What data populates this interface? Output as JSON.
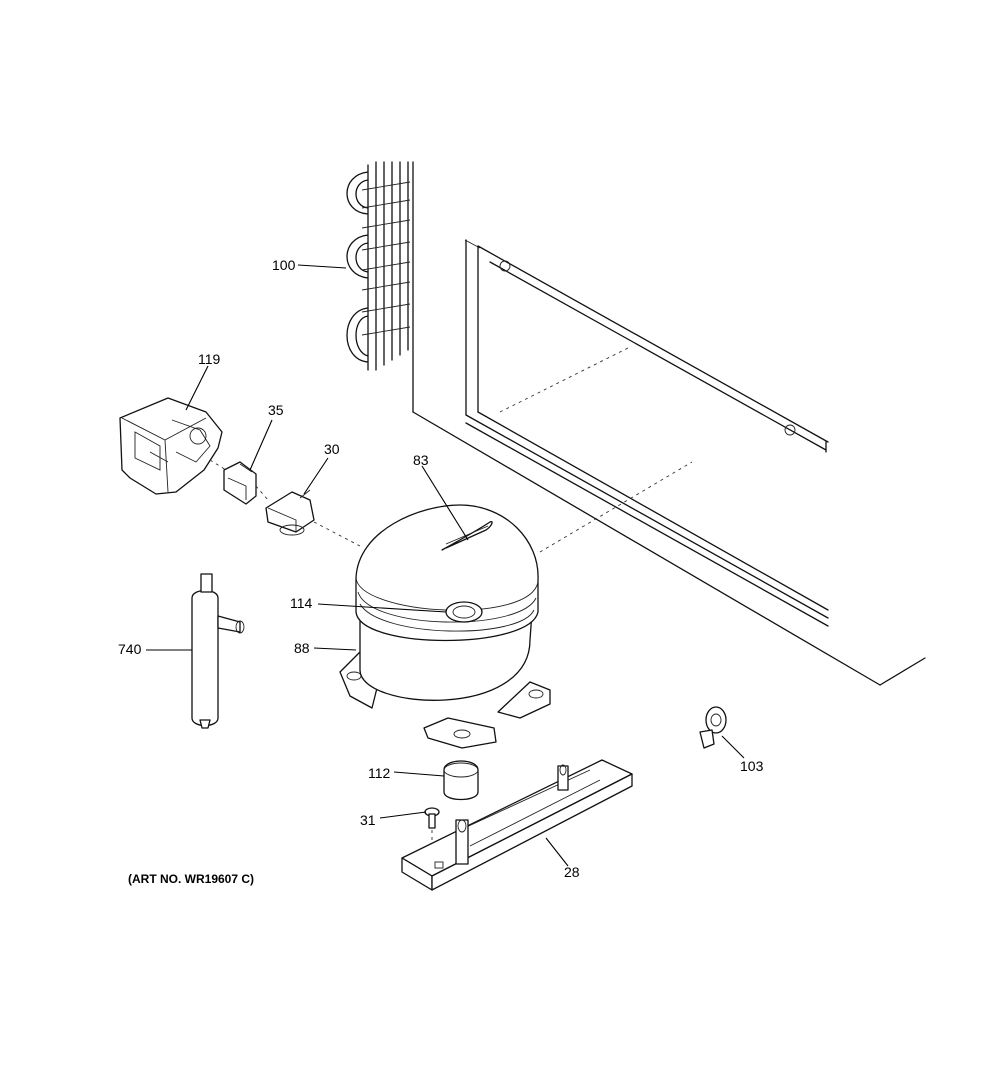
{
  "callouts": {
    "p100": "100",
    "p119": "119",
    "p35": "35",
    "p30": "30",
    "p83": "83",
    "p114": "114",
    "p88": "88",
    "p740": "740",
    "p112": "112",
    "p31": "31",
    "p28": "28",
    "p103": "103"
  },
  "art_number": "(ART NO. WR19607 C)"
}
